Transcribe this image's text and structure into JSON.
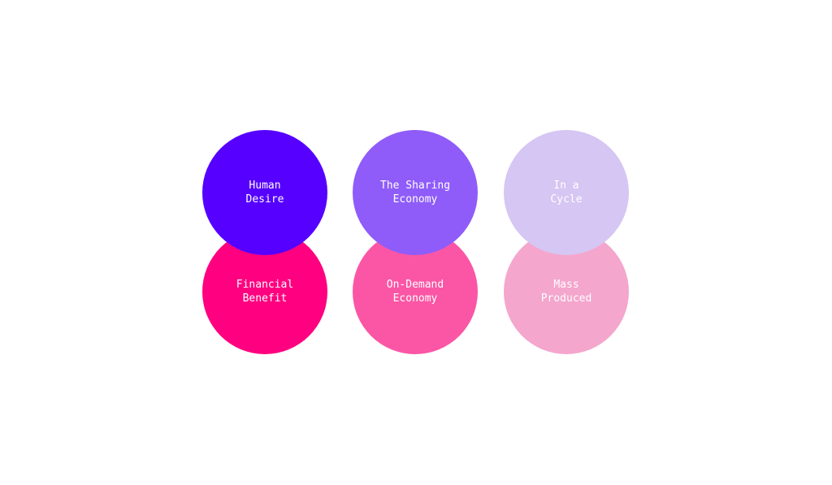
{
  "colors": {
    "human_desire": "#5600FF",
    "sharing_economy": "#8F5CFA",
    "in_a_cycle": "#D5C6F3",
    "financial_benefit": "#FF0080",
    "on_demand_economy": "#FB56A5",
    "mass_produced": "#F4A6CD"
  },
  "circles": {
    "top": [
      {
        "label": "Human\nDesire"
      },
      {
        "label": "The Sharing\nEconomy"
      },
      {
        "label": "In a\nCycle"
      }
    ],
    "bottom": [
      {
        "label": "Financial\nBenefit"
      },
      {
        "label": "On-Demand\nEconomy"
      },
      {
        "label": "Mass\nProduced"
      }
    ]
  }
}
